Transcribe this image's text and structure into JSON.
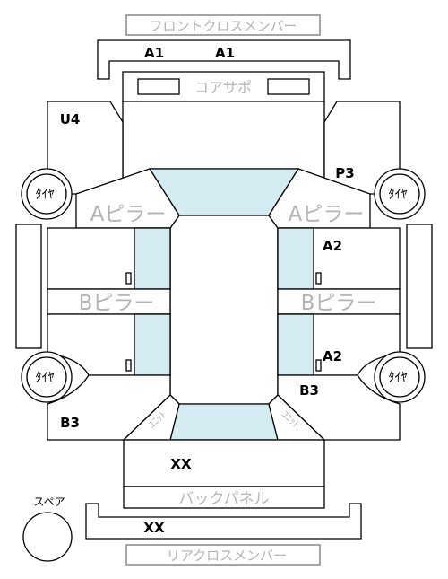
{
  "labels": {
    "front_cross_member": "フロントクロスメンバー",
    "rear_cross_member": "リアクロスメンバー",
    "core_support": "コアサポ",
    "a_pillar": "Aピラー",
    "b_pillar": "Bピラー",
    "back_panel": "バックパネル",
    "spare": "スペア",
    "tire": "ﾀｲﾔ",
    "unit": "ﾕﾆｯﾄ"
  },
  "codes": {
    "front_member_left": "A1",
    "front_member_right": "A1",
    "front_left_panel": "U4",
    "front_right_panel": "P3",
    "right_front_door": "A2",
    "right_rear_door": "A2",
    "rear_right_panel": "B3",
    "rear_left_panel": "B3",
    "trunk": "XX",
    "rear_member": "XX"
  },
  "colors": {
    "line": "#000000",
    "glass": "#d4ecf1",
    "label_gray": "#b4b4b4",
    "background": "#ffffff"
  }
}
